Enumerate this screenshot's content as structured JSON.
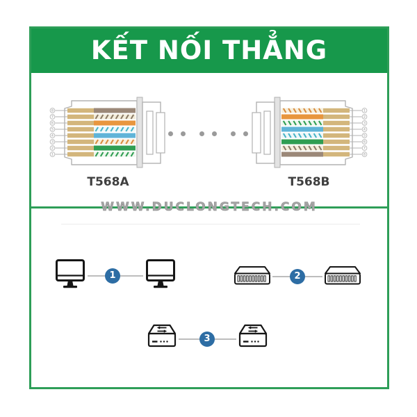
{
  "header": {
    "title": "KẾT NỐI THẲNG",
    "bg_color": "#17984b"
  },
  "watermark": "WWW.DUCLONGTECH.COM",
  "colors": {
    "green_border": "#2e9e58",
    "badge_blue": "#2d6da4",
    "wire_tan": "#d3b67c",
    "outline_gray": "#b2b2b2",
    "dot_gray": "#9a9a9a"
  },
  "diagram": {
    "left": {
      "label": "T568A",
      "pins": [
        "8",
        "7",
        "6",
        "5",
        "4",
        "3",
        "2",
        "1"
      ],
      "wires": [
        {
          "name": "brown",
          "type": "solid",
          "color": "#9b8878"
        },
        {
          "name": "white-brown",
          "type": "striped",
          "base": "#f3ecda",
          "dash": "#8a7a66"
        },
        {
          "name": "orange",
          "type": "solid",
          "color": "#e8963e"
        },
        {
          "name": "white-blue",
          "type": "striped",
          "base": "#eef7f8",
          "dash": "#45b4c8"
        },
        {
          "name": "blue",
          "type": "solid",
          "color": "#5fb4d8"
        },
        {
          "name": "white-orange",
          "type": "striped",
          "base": "#f6efdc",
          "dash": "#d98c3f"
        },
        {
          "name": "green",
          "type": "solid",
          "color": "#2f9e52"
        },
        {
          "name": "white-green",
          "type": "striped",
          "base": "#eef6ee",
          "dash": "#2f9e52"
        }
      ]
    },
    "right": {
      "label": "T568B",
      "pins": [
        "1",
        "2",
        "3",
        "4",
        "5",
        "6",
        "7",
        "8"
      ],
      "wires": [
        {
          "name": "white-orange",
          "type": "striped",
          "base": "#f6efdc",
          "dash": "#d98c3f"
        },
        {
          "name": "orange",
          "type": "solid",
          "color": "#e8963e"
        },
        {
          "name": "white-green",
          "type": "striped",
          "base": "#eef6ee",
          "dash": "#2f9e52"
        },
        {
          "name": "blue",
          "type": "solid",
          "color": "#5fb4d8"
        },
        {
          "name": "white-blue",
          "type": "striped",
          "base": "#eef7f8",
          "dash": "#45b4c8"
        },
        {
          "name": "green",
          "type": "solid",
          "color": "#2f9e52"
        },
        {
          "name": "white-brown",
          "type": "striped",
          "base": "#f3ecda",
          "dash": "#8a7a66"
        },
        {
          "name": "brown",
          "type": "solid",
          "color": "#9b8878"
        }
      ]
    },
    "dots_count": 6
  },
  "pairs": [
    {
      "number": "1",
      "icon": "desktop-computer-icon"
    },
    {
      "number": "2",
      "icon": "network-switch-icon"
    },
    {
      "number": "3",
      "icon": "router-icon"
    }
  ]
}
